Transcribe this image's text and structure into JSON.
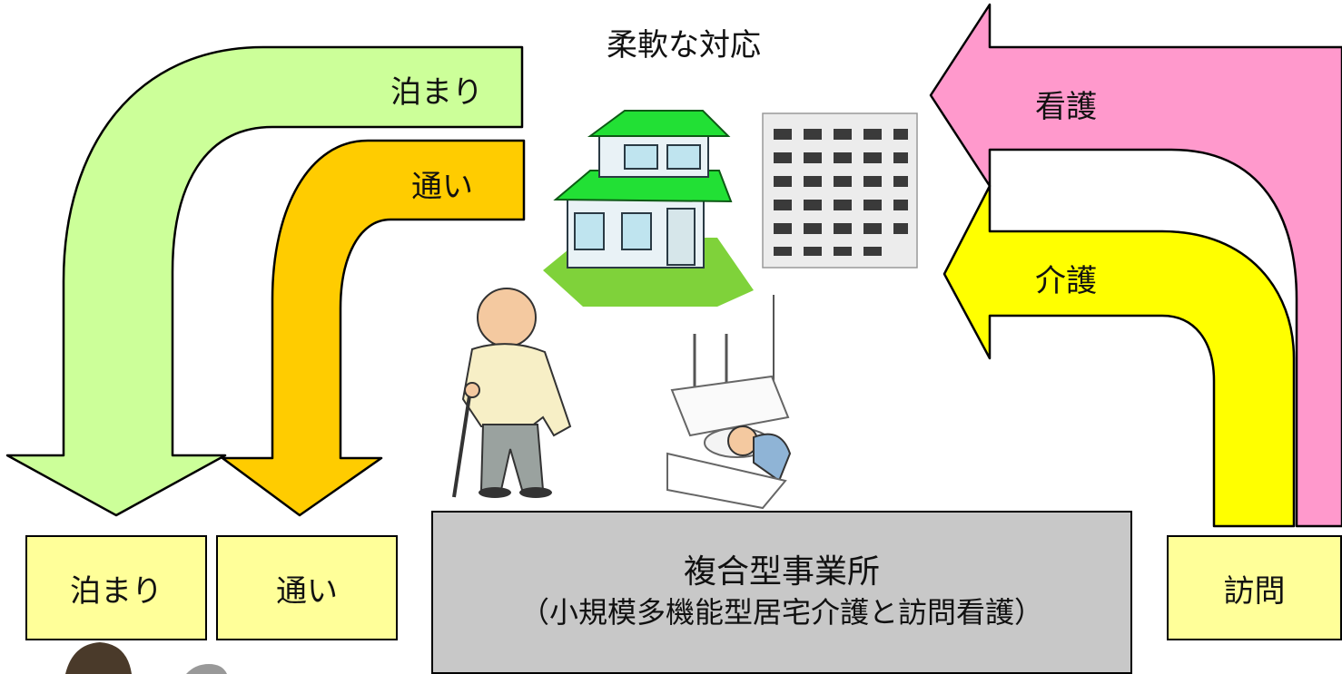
{
  "caption": "柔軟な対応",
  "arrows": {
    "stay": "泊まり",
    "day": "通い",
    "nursing": "看護",
    "care": "介護"
  },
  "boxes": {
    "stay": "泊まり",
    "day": "通い",
    "visit": "訪問",
    "center_title": "複合型事業所",
    "center_subtitle": "（小規模多機能型居宅介護と訪問看護）"
  },
  "colors": {
    "green_arrow": "#ccff99",
    "orange_arrow": "#ffcc00",
    "pink_arrow": "#ff99cc",
    "yellow_arrow": "#ffff00",
    "box_yellow": "#ffff99",
    "box_gray": "#c8c8c8"
  }
}
